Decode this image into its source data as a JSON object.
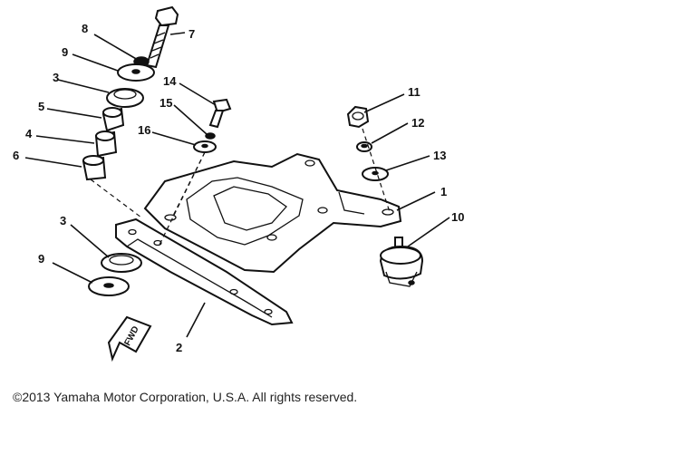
{
  "diagram": {
    "callouts": [
      "1",
      "2",
      "3",
      "3",
      "4",
      "5",
      "6",
      "7",
      "8",
      "9",
      "9",
      "10",
      "11",
      "12",
      "13",
      "14",
      "15",
      "16"
    ],
    "forward_tag": "FWD"
  },
  "footer": {
    "copyright": "©2013 Yamaha Motor Corporation, U.S.A. All rights reserved."
  }
}
